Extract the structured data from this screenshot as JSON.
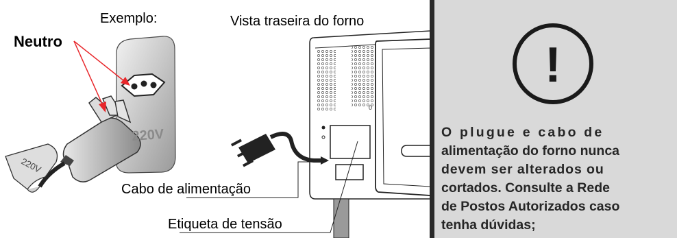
{
  "example_label": "Exemplo:",
  "neutral_label": "Neutro",
  "socket_voltage": "220V",
  "tag_voltage": "220V",
  "rear_view_label": "Vista traseira do forno",
  "cable_label": "Cabo de alimentação",
  "voltage_tag_label": "Etiqueta de tensão",
  "warning": {
    "symbol": "!",
    "lines": [
      "O plugue e cabo de",
      "alimentação do forno nunca",
      "devem ser alterados ou",
      "cortados. Consulte a Rede",
      "de Postos Autorizados caso",
      "tenha dúvidas;"
    ]
  },
  "colors": {
    "arrow": "#e8262a",
    "warning_panel": "#d9d9d9",
    "warning_bar": "#2a2a2a",
    "ink": "#1a1a1a"
  }
}
